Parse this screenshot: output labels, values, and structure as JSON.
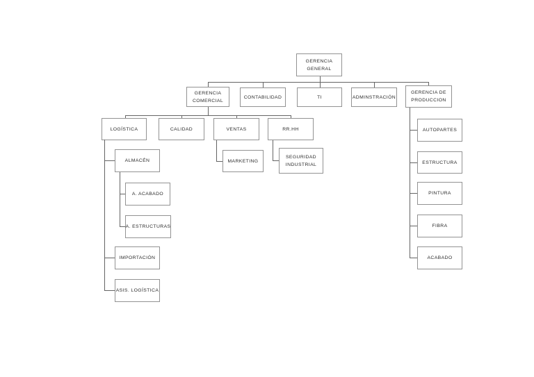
{
  "document": {
    "type": "organizational-chart",
    "page_background": "#ffffff"
  },
  "colors": {
    "box_border": "#929292",
    "connector": "#636363",
    "text": "#2b2b2b",
    "page_background": "#ffffff"
  },
  "org_chart": {
    "tree": {
      "id": "gerencia-general",
      "label_lines": [
        "GERENCIA",
        "GENERAL"
      ],
      "children": [
        {
          "id": "gerencia-comercial",
          "label_lines": [
            "GERENCIA",
            "COMERCIAL"
          ],
          "children": [
            {
              "id": "logistica",
              "label_lines": [
                "LOGÍSTICA"
              ],
              "children": [
                {
                  "id": "almacen",
                  "label_lines": [
                    "ALMACÉN"
                  ],
                  "children": [
                    {
                      "id": "a-acabado",
                      "label_lines": [
                        "A. ACABADO"
                      ]
                    },
                    {
                      "id": "a-estructuras",
                      "label_lines": [
                        "A. ESTRUCTURAS"
                      ]
                    }
                  ]
                },
                {
                  "id": "importacion",
                  "label_lines": [
                    "IMPORTACIÓN"
                  ]
                },
                {
                  "id": "asis-logistica",
                  "label_lines": [
                    "ASIS. LOGÍSTICA"
                  ]
                }
              ]
            },
            {
              "id": "calidad",
              "label_lines": [
                "CALIDAD"
              ]
            },
            {
              "id": "ventas",
              "label_lines": [
                "VENTAS"
              ],
              "children": [
                {
                  "id": "marketing",
                  "label_lines": [
                    "MARKETING"
                  ]
                }
              ]
            },
            {
              "id": "rr-hh",
              "label_lines": [
                "RR.HH"
              ],
              "children": [
                {
                  "id": "seguridad-industrial",
                  "label_lines": [
                    "SEGURIDAD",
                    "INDUSTRIAL"
                  ]
                }
              ]
            }
          ]
        },
        {
          "id": "contabilidad",
          "label_lines": [
            "CONTABILIDAD"
          ]
        },
        {
          "id": "ti",
          "label_lines": [
            "TI"
          ]
        },
        {
          "id": "adminstracion",
          "label_lines": [
            "ADMINSTRACIÓN"
          ]
        },
        {
          "id": "gerencia-de-produccion",
          "label_lines": [
            "GERENCIA DE",
            "PRODUCCION"
          ],
          "children": [
            {
              "id": "autopartes",
              "label_lines": [
                "AUTOPARTES"
              ]
            },
            {
              "id": "estructura",
              "label_lines": [
                "ESTRUCTURA"
              ]
            },
            {
              "id": "pintura",
              "label_lines": [
                "PINTURA"
              ]
            },
            {
              "id": "fibra",
              "label_lines": [
                "FIBRA"
              ]
            },
            {
              "id": "acabado",
              "label_lines": [
                "ACABADO"
              ]
            }
          ]
        }
      ]
    }
  }
}
